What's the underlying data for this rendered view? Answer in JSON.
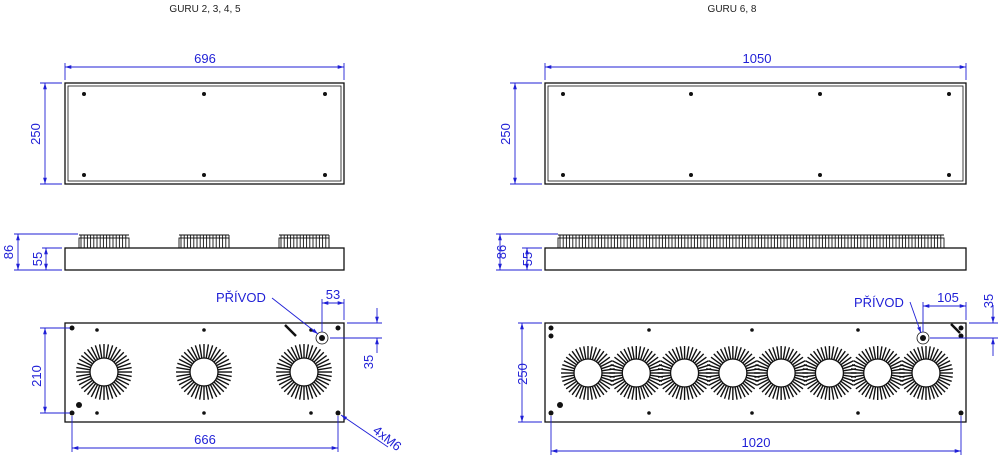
{
  "left": {
    "title": "GURU 2, 3, 4, 5",
    "top_width": "696",
    "top_height": "250",
    "side_total": "86",
    "side_body": "55",
    "privod": "PŘÍVOD",
    "privod_x": "53",
    "privod_y": "35",
    "bottom_height": "210",
    "bottom_width": "666",
    "thread": "4xM6",
    "heatsinks": 3
  },
  "right": {
    "title": "GURU 6, 8",
    "top_width": "1050",
    "top_height": "250",
    "side_total": "86",
    "side_body": "55",
    "privod": "PŘÍVOD",
    "privod_x": "105",
    "privod_y": "35",
    "bottom_height": "250",
    "bottom_width": "1020",
    "heatsinks": 8
  }
}
